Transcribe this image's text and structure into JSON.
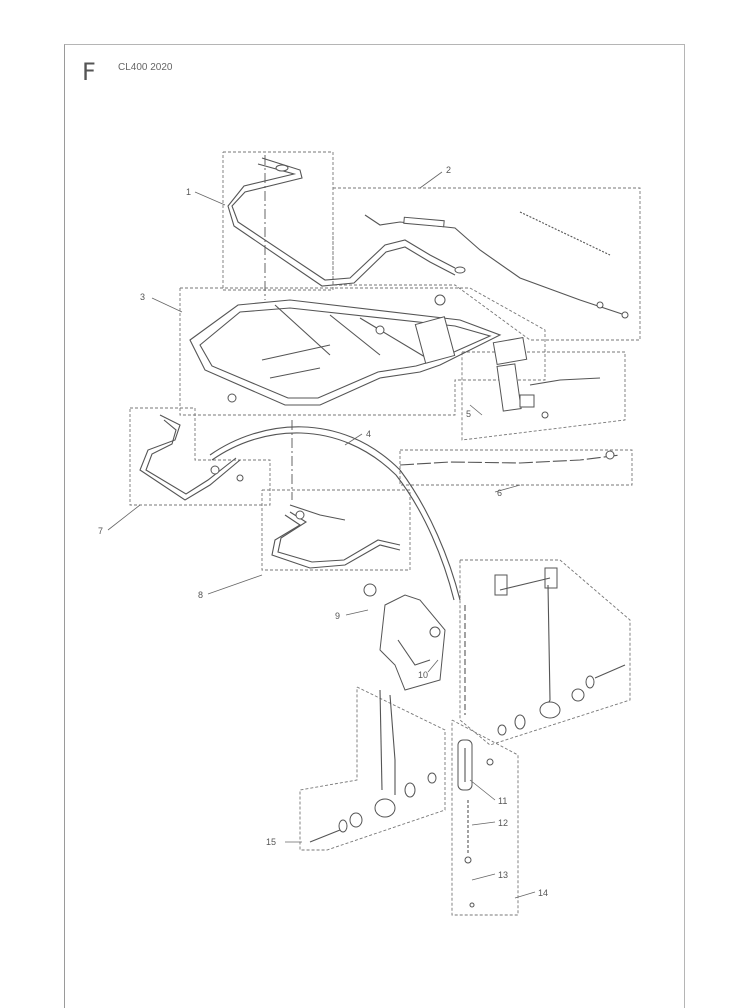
{
  "header": {
    "section_letter": "F",
    "doc_code": "CL400 2020"
  },
  "callouts": [
    {
      "id": "c1",
      "label": "1"
    },
    {
      "id": "c2",
      "label": "2"
    },
    {
      "id": "c3",
      "label": "3"
    },
    {
      "id": "c4",
      "label": "4"
    },
    {
      "id": "c5",
      "label": "5"
    },
    {
      "id": "c6",
      "label": "6"
    },
    {
      "id": "c7",
      "label": "7"
    },
    {
      "id": "c8",
      "label": "8"
    },
    {
      "id": "c9",
      "label": "9"
    },
    {
      "id": "c10",
      "label": "10"
    },
    {
      "id": "c11",
      "label": "11"
    },
    {
      "id": "c12",
      "label": "12"
    },
    {
      "id": "c13",
      "label": "13"
    },
    {
      "id": "c14",
      "label": "14"
    },
    {
      "id": "c15",
      "label": "15"
    }
  ]
}
